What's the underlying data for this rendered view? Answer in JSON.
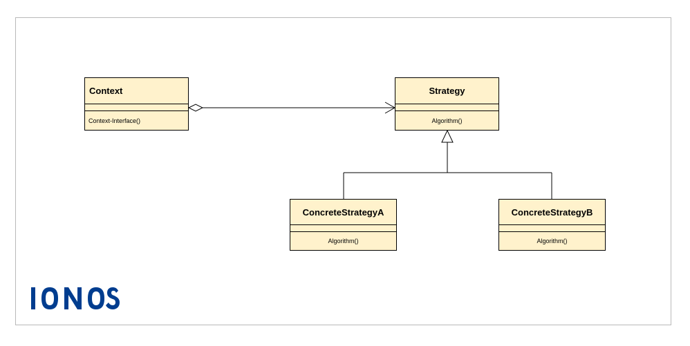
{
  "diagram": {
    "classes": {
      "context": {
        "name": "Context",
        "operation": "Context-Interface()"
      },
      "strategy": {
        "name": "Strategy",
        "operation": "Algorithm()"
      },
      "concrete_a": {
        "name": "ConcreteStrategyA",
        "operation": "Algorithm()"
      },
      "concrete_b": {
        "name": "ConcreteStrategyB",
        "operation": "Algorithm()"
      }
    },
    "relations": [
      {
        "type": "aggregation",
        "from": "Context",
        "to": "Strategy"
      },
      {
        "type": "generalization",
        "from": "ConcreteStrategyA",
        "to": "Strategy"
      },
      {
        "type": "generalization",
        "from": "ConcreteStrategyB",
        "to": "Strategy"
      }
    ],
    "class_fill_color": "#fff2cc",
    "line_color": "#000000"
  },
  "branding": {
    "logo_text": "IONOS",
    "logo_color": "#003d8f"
  }
}
